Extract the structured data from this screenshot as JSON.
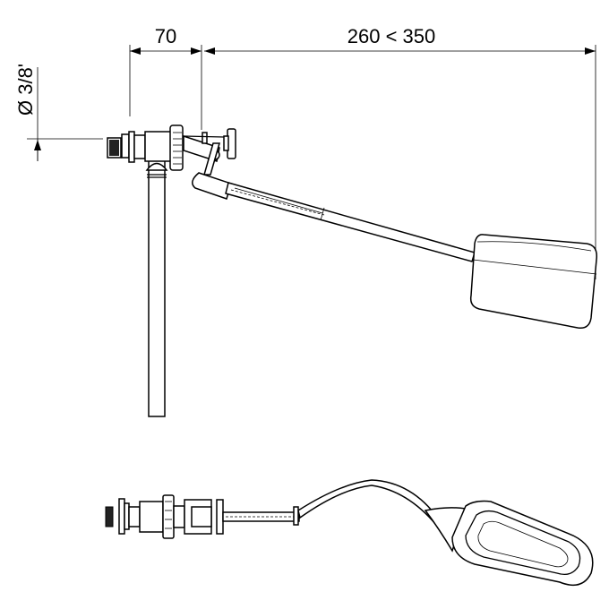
{
  "dimensions": {
    "offset_label": "70",
    "length_label": "260 < 350",
    "diameter_label": "Ø 3/8'"
  },
  "colors": {
    "line": "#000000",
    "background": "#ffffff"
  }
}
